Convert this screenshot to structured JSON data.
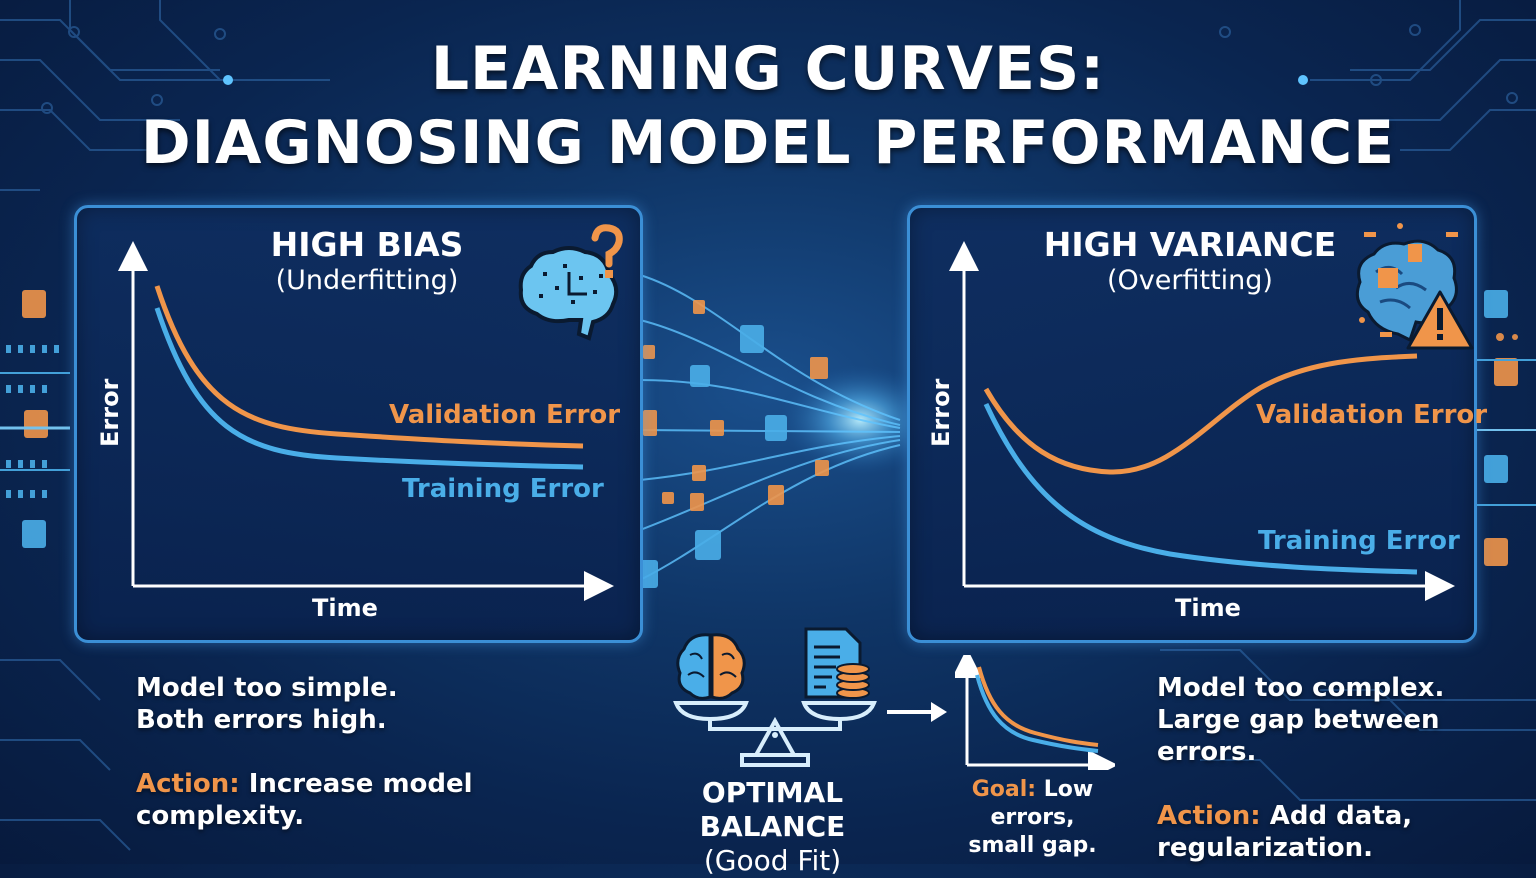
{
  "header": {
    "title_line1": "LEARNING CURVES:",
    "title_line2": "DIAGNOSING MODEL PERFORMANCE"
  },
  "colors": {
    "background": "#0a2550",
    "panel_border": "#3b8fd6",
    "validation": "#f0954a",
    "training": "#4aaee8",
    "text": "#ffffff"
  },
  "left_panel": {
    "title": "HIGH BIAS",
    "subtitle": "(Underfitting)",
    "icon": "pixel-brain-question-icon",
    "y_label": "Error",
    "x_label": "Time",
    "validation_label": "Validation Error",
    "training_label": "Training Error",
    "desc_line1": "Model too simple.",
    "desc_line2": "Both errors high.",
    "action_label": "Action:",
    "action_text_line1": " Increase model",
    "action_text_line2": "complexity."
  },
  "right_panel": {
    "title": "HIGH VARIANCE",
    "subtitle": "(Overfitting)",
    "icon": "brain-warning-icon",
    "y_label": "Error",
    "x_label": "Time",
    "validation_label": "Validation Error",
    "training_label": "Training Error",
    "desc_line1": "Model too complex.",
    "desc_line2": "Large gap between errors.",
    "action_label": "Action:",
    "action_text_line1": " Add data,",
    "action_text_line2": "regularization."
  },
  "center": {
    "title_line1": "OPTIMAL BALANCE",
    "title_line2": "(Good Fit)",
    "icon": "balance-scale-icon",
    "goal_label": "Goal:",
    "goal_text_line1": " Low errors,",
    "goal_text_line2": "small gap."
  },
  "chart_data": [
    {
      "type": "line",
      "title": "HIGH BIAS (Underfitting)",
      "xlabel": "Time",
      "ylabel": "Error",
      "x": [
        0,
        1,
        2,
        3,
        4,
        5,
        6,
        7,
        8,
        9,
        10
      ],
      "series": [
        {
          "name": "Validation Error",
          "color": "#f0954a",
          "values": [
            0.92,
            0.62,
            0.47,
            0.4,
            0.37,
            0.355,
            0.345,
            0.34,
            0.335,
            0.33,
            0.33
          ]
        },
        {
          "name": "Training Error",
          "color": "#4aaee8",
          "values": [
            0.85,
            0.55,
            0.4,
            0.34,
            0.31,
            0.3,
            0.295,
            0.29,
            0.285,
            0.28,
            0.28
          ]
        }
      ],
      "grid": false,
      "legend": "inline labels"
    },
    {
      "type": "line",
      "title": "HIGH VARIANCE (Overfitting)",
      "xlabel": "Time",
      "ylabel": "Error",
      "x": [
        0,
        1,
        2,
        3,
        4,
        5,
        6,
        7,
        8,
        9,
        10
      ],
      "series": [
        {
          "name": "Validation Error",
          "color": "#f0954a",
          "values": [
            0.62,
            0.48,
            0.42,
            0.42,
            0.46,
            0.53,
            0.6,
            0.65,
            0.68,
            0.7,
            0.71
          ]
        },
        {
          "name": "Training Error",
          "color": "#4aaee8",
          "values": [
            0.58,
            0.4,
            0.27,
            0.19,
            0.14,
            0.11,
            0.09,
            0.075,
            0.065,
            0.06,
            0.055
          ]
        }
      ],
      "grid": false,
      "legend": "inline labels"
    },
    {
      "type": "line",
      "title": "Good Fit (mini chart)",
      "xlabel": "",
      "ylabel": "",
      "x": [
        0,
        1,
        2,
        3,
        4,
        5,
        6,
        7,
        8,
        9,
        10
      ],
      "series": [
        {
          "name": "Validation Error",
          "color": "#f0954a",
          "values": [
            0.9,
            0.6,
            0.42,
            0.32,
            0.26,
            0.22,
            0.2,
            0.18,
            0.17,
            0.16,
            0.15
          ]
        },
        {
          "name": "Training Error",
          "color": "#4aaee8",
          "values": [
            0.85,
            0.52,
            0.36,
            0.27,
            0.21,
            0.18,
            0.16,
            0.14,
            0.13,
            0.12,
            0.11
          ]
        }
      ],
      "grid": false
    }
  ]
}
